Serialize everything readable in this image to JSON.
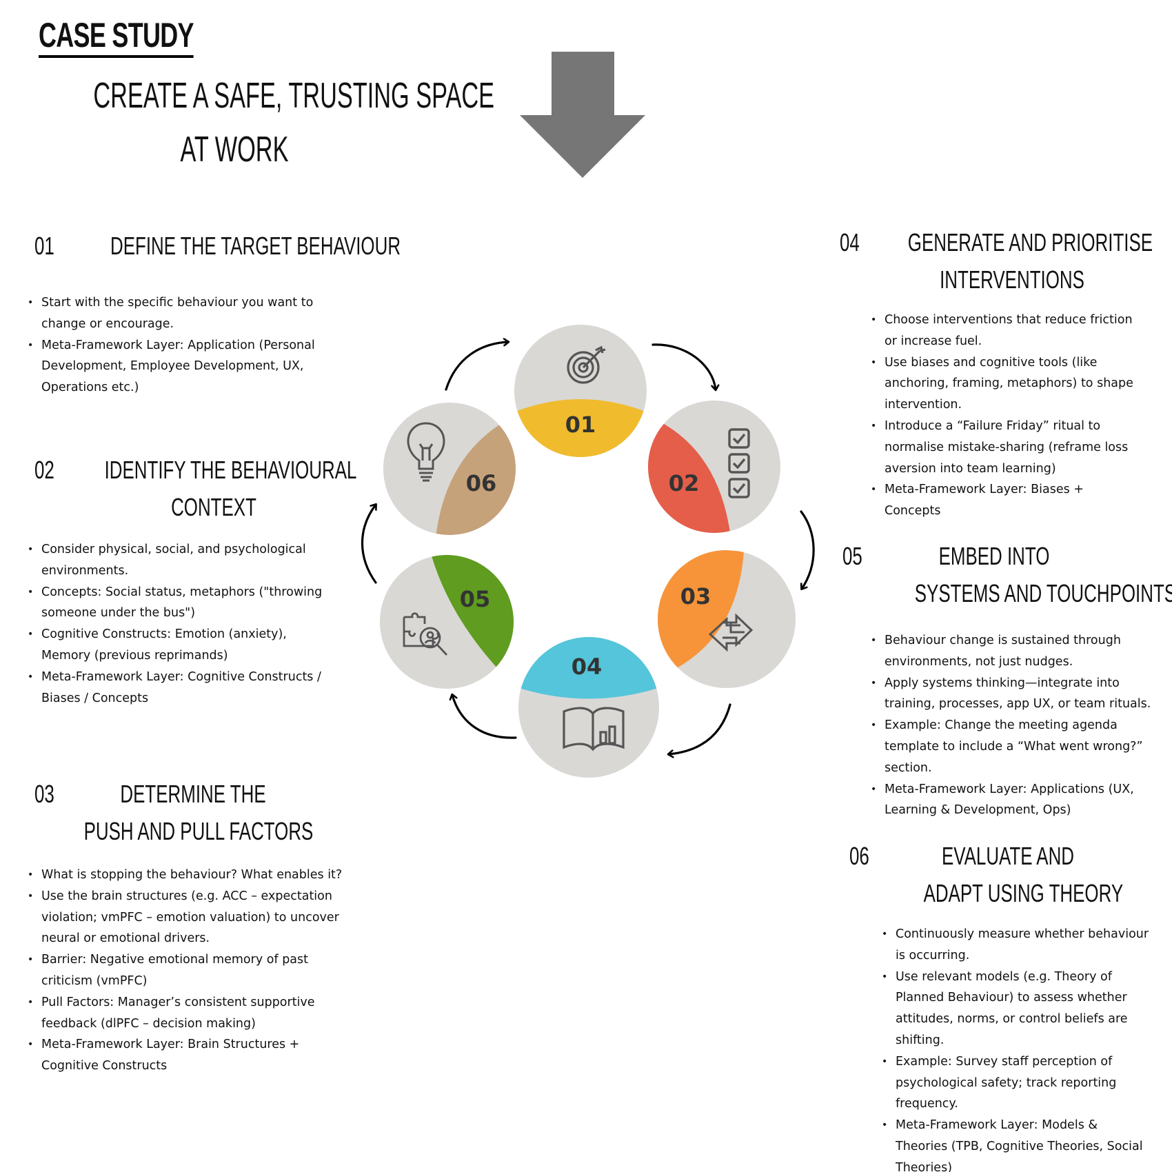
{
  "header": {
    "case_study": "CASE STUDY",
    "title_line1": "CREATE A SAFE, TRUSTING SPACE",
    "title_line2": "AT WORK"
  },
  "sections": [
    {
      "num": "01",
      "title": [
        "DEFINE THE TARGET BEHAVIOUR"
      ],
      "bullets": [
        [
          "Start with the specific behaviour you want to",
          "change or encourage."
        ],
        [
          "Meta-Framework Layer: Application (Personal",
          "Development, Employee Development, UX,",
          "Operations etc.)"
        ]
      ]
    },
    {
      "num": "02",
      "title": [
        "IDENTIFY THE BEHAVIOURAL",
        "CONTEXT"
      ],
      "bullets": [
        [
          "Consider physical, social, and psychological",
          "environments."
        ],
        [
          "Concepts: Social status, metaphors (\"throwing",
          "someone under the bus\")"
        ],
        [
          "Cognitive Constructs: Emotion (anxiety),",
          "Memory (previous reprimands)"
        ],
        [
          "Meta-Framework Layer:  Cognitive Constructs /",
          "Biases / Concepts"
        ]
      ]
    },
    {
      "num": "03",
      "title": [
        "DETERMINE THE",
        "PUSH AND PULL FACTORS"
      ],
      "bullets": [
        [
          "What is stopping the behaviour? What enables it?"
        ],
        [
          "Use the brain structures (e.g. ACC – expectation",
          "violation; vmPFC – emotion valuation) to uncover",
          "neural or emotional drivers."
        ],
        [
          "Barrier: Negative emotional memory of past",
          "criticism (vmPFC)"
        ],
        [
          "Pull Factors: Manager’s consistent supportive",
          "feedback (dlPFC – decision making)"
        ],
        [
          "Meta-Framework Layer: Brain Structures +",
          "Cognitive Constructs"
        ]
      ]
    },
    {
      "num": "04",
      "title": [
        "GENERATE AND PRIORITISE",
        "INTERVENTIONS"
      ],
      "bullets": [
        [
          "Choose interventions that reduce friction",
          "or increase fuel."
        ],
        [
          "Use biases and cognitive tools (like",
          "anchoring, framing, metaphors) to shape",
          "intervention."
        ],
        [
          "Introduce a “Failure Friday” ritual to",
          "normalise mistake-sharing (reframe loss",
          "aversion into team learning)"
        ],
        [
          "Meta-Framework Layer: Biases +",
          "Concepts"
        ]
      ]
    },
    {
      "num": "05",
      "title": [
        "EMBED INTO",
        "SYSTEMS AND TOUCHPOINTS"
      ],
      "bullets": [
        [
          "Behaviour change is sustained through",
          "environments, not just nudges."
        ],
        [
          "Apply systems thinking—integrate into",
          "training, processes, app UX, or team rituals."
        ],
        [
          "Example: Change the meeting agenda",
          "template to include a “What went wrong?”",
          "section."
        ],
        [
          "Meta-Framework Layer: Applications (UX,",
          "Learning & Development, Ops)"
        ]
      ]
    },
    {
      "num": "06",
      "title": [
        "EVALUATE AND",
        "ADAPT USING THEORY"
      ],
      "bullets": [
        [
          "Continuously measure whether behaviour",
          "is occurring."
        ],
        [
          "Use relevant models (e.g. Theory of",
          "Planned Behaviour) to assess whether",
          "attitudes, norms, or control beliefs are",
          "shifting."
        ],
        [
          "Example: Survey staff perception of",
          "psychological safety; track reporting",
          "frequency."
        ],
        [
          "Meta-Framework Layer: Models &",
          "Theories (TPB, Cognitive Theories, Social",
          "Theories)"
        ]
      ]
    }
  ],
  "cycle": {
    "colors": {
      "circle": "#d9d8d5",
      "s01": "#f0bc2e",
      "s02": "#e55e4a",
      "s03": "#f7943a",
      "s04": "#54c5da",
      "s05": "#5f9c1f",
      "s06": "#c6a27a",
      "arrow": "#767676",
      "icon": "#555555"
    },
    "nodes": [
      {
        "label": "01",
        "icon": "target-icon"
      },
      {
        "label": "02",
        "icon": "checklist-icon"
      },
      {
        "label": "03",
        "icon": "exchange-arrows-icon"
      },
      {
        "label": "04",
        "icon": "book-chart-icon"
      },
      {
        "label": "05",
        "icon": "puzzle-search-icon"
      },
      {
        "label": "06",
        "icon": "lightbulb-icon"
      }
    ]
  }
}
